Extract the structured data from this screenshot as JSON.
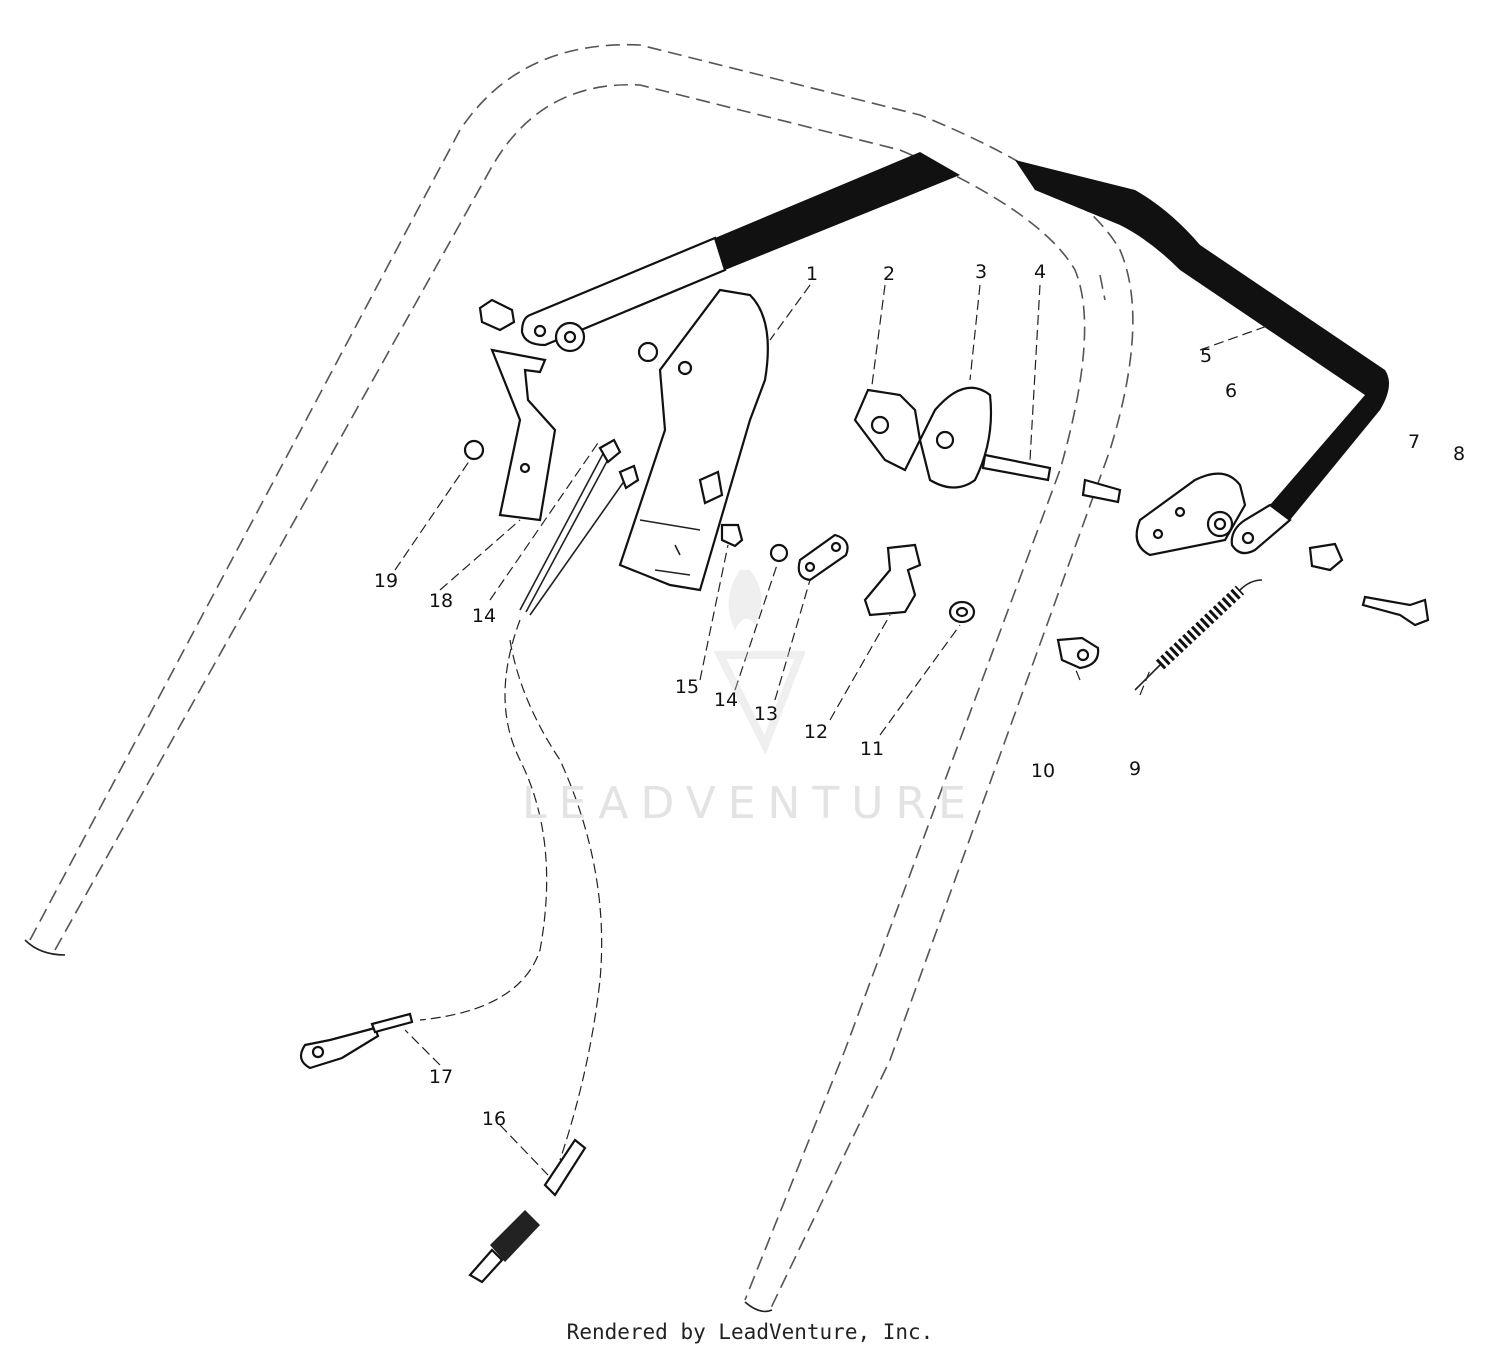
{
  "watermark": {
    "brand": "LEADVENTURE"
  },
  "caption": "Rendered by LeadVenture, Inc.",
  "callouts": [
    {
      "id": "c1",
      "text": "1"
    },
    {
      "id": "c2",
      "text": "2"
    },
    {
      "id": "c3",
      "text": "3"
    },
    {
      "id": "c4",
      "text": "4"
    },
    {
      "id": "c5",
      "text": "5"
    },
    {
      "id": "c6",
      "text": "6"
    },
    {
      "id": "c7",
      "text": "7"
    },
    {
      "id": "c8",
      "text": "8"
    },
    {
      "id": "c9",
      "text": "9"
    },
    {
      "id": "c10",
      "text": "10"
    },
    {
      "id": "c11",
      "text": "11"
    },
    {
      "id": "c12",
      "text": "12"
    },
    {
      "id": "c13",
      "text": "13"
    },
    {
      "id": "c14a",
      "text": "14"
    },
    {
      "id": "c15",
      "text": "15"
    },
    {
      "id": "c14b",
      "text": "14"
    },
    {
      "id": "c16",
      "text": "16"
    },
    {
      "id": "c17",
      "text": "17"
    },
    {
      "id": "c18",
      "text": "18"
    },
    {
      "id": "c19",
      "text": "19"
    }
  ]
}
